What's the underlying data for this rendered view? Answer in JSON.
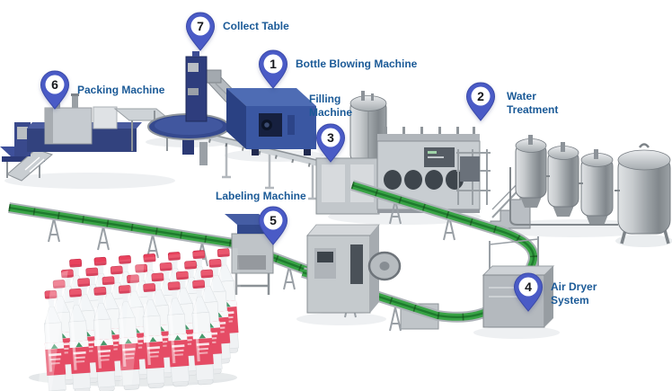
{
  "diagram": {
    "subject": "Bottled water production line",
    "markers": [
      {
        "number": "1",
        "label": "Bottle Blowing Machine"
      },
      {
        "number": "2",
        "label": "Water Treatment"
      },
      {
        "number": "3",
        "label": "Filling Machine"
      },
      {
        "number": "4",
        "label": "Air Dryer System"
      },
      {
        "number": "5",
        "label": "Labeling Machine"
      },
      {
        "number": "6",
        "label": "Packing Machine"
      },
      {
        "number": "7",
        "label": "Collect Table"
      }
    ],
    "colors": {
      "pin_fill": "#4a5bc6",
      "pin_border": "#3a49a8",
      "label_text": "#1b5a97",
      "conveyor_green": "#38a345",
      "machine_navy": "#32427e",
      "machine_blue": "#3a57a2",
      "steel_gray": "#b4b9bd",
      "bottle_label_red": "#e23450"
    }
  }
}
